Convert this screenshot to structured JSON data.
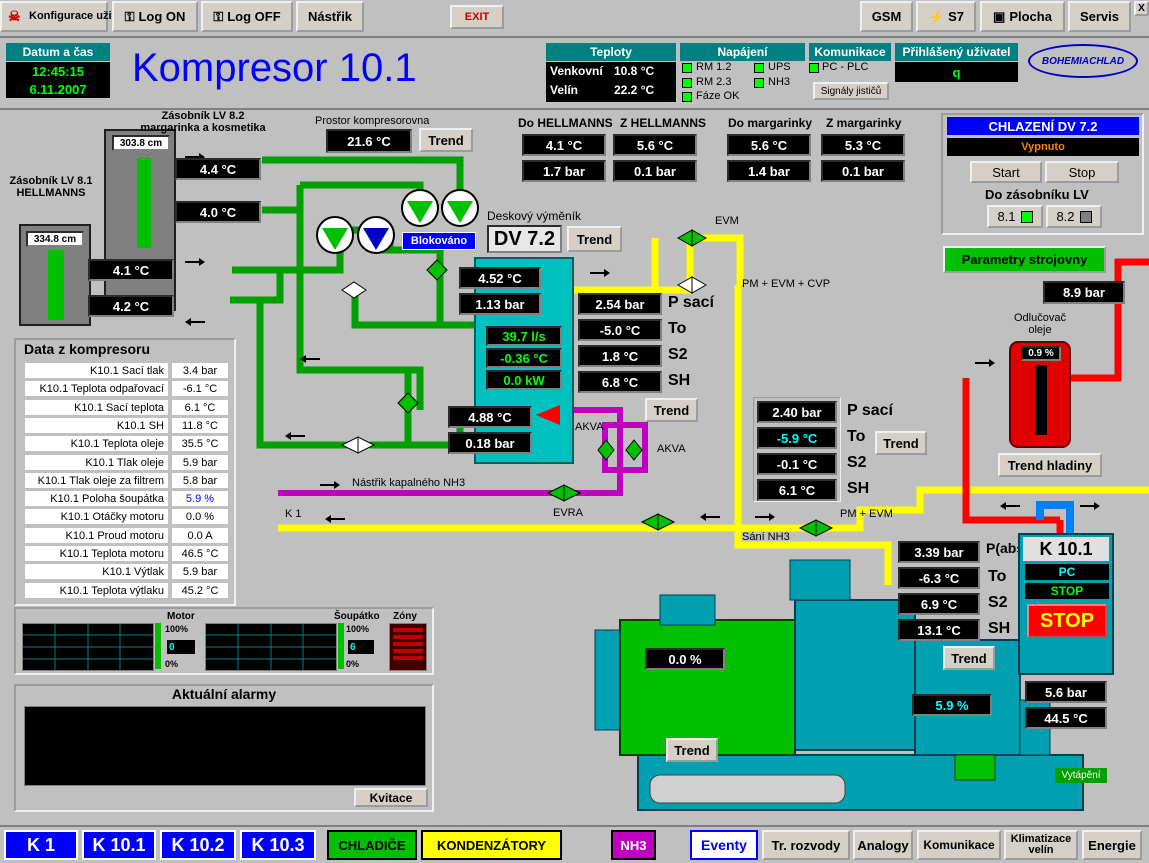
{
  "toolbar": {
    "config": "Konfigurace uživatelů",
    "log_on": "Log ON",
    "log_off": "Log OFF",
    "nastrik": "Nástřik",
    "exit": "EXIT",
    "gsm": "GSM",
    "s7": "S7",
    "plocha": "Plocha",
    "servis": "Servis",
    "close": "X"
  },
  "header": {
    "date_label": "Datum a čas",
    "time": "12:45:15",
    "date": "6.11.2007",
    "title": "Kompresor 10.1",
    "teploty": "Teploty",
    "venkovni_label": "Venkovní",
    "venkovni": "10.8 °C",
    "velin_label": "Velín",
    "velin": "22.2 °C",
    "napajeni": "Napájení",
    "rm12": "RM 1.2",
    "rm23": "RM 2.3",
    "faze": "Fáze OK",
    "ups": "UPS",
    "nh3": "NH3",
    "komunikace": "Komunikace",
    "pcplc": "PC - PLC",
    "signaly": "Signály jističů",
    "prihlaseny": "Přihlášený uživatel",
    "user": "q",
    "logo": "BOHEMIACHLAD"
  },
  "tanks": {
    "lv82_title": "Zásobník LV 8.2 margarinka a kosmetika",
    "lv82_level": "303.8 cm",
    "lv82_t1": "4.4 °C",
    "lv82_t2": "4.0 °C",
    "lv81_title": "Zásobník LV 8.1 HELLMANNS",
    "lv81_level": "334.8 cm",
    "lv81_t1": "4.1 °C",
    "lv81_t2": "4.2 °C"
  },
  "room": {
    "label": "Prostor kompresorovna",
    "temp": "21.6 °C",
    "trend": "Trend"
  },
  "groups": {
    "do_hell": "Do HELLMANNS",
    "do_hell_t": "4.1 °C",
    "do_hell_p": "1.7 bar",
    "z_hell": "Z HELLMANNS",
    "z_hell_t": "5.6 °C",
    "z_hell_p": "0.1 bar",
    "do_marg": "Do margarinky",
    "do_marg_t": "5.6 °C",
    "do_marg_p": "1.4 bar",
    "z_marg": "Z margarinky",
    "z_marg_t": "5.3 °C",
    "z_marg_p": "0.1 bar"
  },
  "chlazeni": {
    "title": "CHLAZENÍ DV 7.2",
    "state": "Vypnuto",
    "start": "Start",
    "stop": "Stop",
    "dozas": "Do zásobníku LV",
    "b81": "8.1",
    "b82": "8.2",
    "params": "Parametry strojovny"
  },
  "exchanger": {
    "label": "Deskový výměník",
    "name": "DV 7.2",
    "trend": "Trend",
    "blok": "Blokováno",
    "t_in": "4.52 °C",
    "p_in": "1.13 bar",
    "flow": "39.7 l/s",
    "dt": "-0.36 °C",
    "power": "0.0 kW",
    "t_out": "4.88 °C",
    "p_out": "0.18 bar"
  },
  "suction1": {
    "p": "2.54 bar",
    "p_label": "P sací",
    "to": "-5.0 °C",
    "to_label": "To",
    "s2": "1.8 °C",
    "s2_label": "S2",
    "sh": "6.8 °C",
    "sh_label": "SH",
    "trend": "Trend"
  },
  "suction2": {
    "p": "2.40 bar",
    "p_label": "P sací",
    "to": "-5.9 °C",
    "to_label": "To",
    "s2": "-0.1 °C",
    "s2_label": "S2",
    "sh": "6.1 °C",
    "sh_label": "SH",
    "trend": "Trend"
  },
  "valves": {
    "evm": "EVM",
    "pm_evm_cvp": "PM + EVM + CVP",
    "akva1": "AKVA",
    "akva2": "AKVA",
    "nastrik": "Nástřik kapalného NH3",
    "evra": "EVRA",
    "k1": "K 1",
    "sani": "Sání NH3",
    "pm_evm": "PM + EVM"
  },
  "separator": {
    "p": "8.9 bar",
    "label": "Odlučovač oleje",
    "level": "0.9 %",
    "trend": "Trend hladiny"
  },
  "compressor_data": {
    "title": "Data z kompresoru",
    "rows": [
      {
        "k": "K10.1 Sací tlak",
        "v": "3.4 bar"
      },
      {
        "k": "K10.1 Teplota odpařovací",
        "v": "-6.1 °C"
      },
      {
        "k": "K10.1 Sací teplota",
        "v": "6.1 °C"
      },
      {
        "k": "K10.1 SH",
        "v": "11.8 °C"
      },
      {
        "k": "K10.1 Teplota oleje",
        "v": "35.5 °C"
      },
      {
        "k": "K10.1 Tlak oleje",
        "v": "5.9 bar"
      },
      {
        "k": "K10.1 Tlak oleje za filtrem",
        "v": "5.8 bar"
      },
      {
        "k": "K10.1 Poloha šoupátka",
        "v": "5.9 %"
      },
      {
        "k": "K10.1 Otáčky motoru",
        "v": "0.0 %"
      },
      {
        "k": "K10.1 Proud motoru",
        "v": "0.0 A"
      },
      {
        "k": "K10.1 Teplota motoru",
        "v": "46.5 °C"
      },
      {
        "k": "K10.1 Výtlak",
        "v": "5.9 bar"
      },
      {
        "k": "K10.1 Teplota výtlaku",
        "v": "45.2 °C"
      }
    ]
  },
  "graphs": {
    "motor": "Motor",
    "motor_max": "100%",
    "motor_min": "0%",
    "motor_val": "0",
    "soupatko": "Šoupátko",
    "soup_max": "100%",
    "soup_min": "0%",
    "soup_val": "6",
    "zony": "Zóny"
  },
  "alarms": {
    "title": "Aktuální alarmy",
    "kvitace": "Kvitace"
  },
  "k101": {
    "p": "3.39 bar",
    "p_label": "P(abs.)",
    "to": "-6.3 °C",
    "to_label": "To",
    "s2": "6.9 °C",
    "s2_label": "S2",
    "sh": "13.1 °C",
    "sh_label": "SH",
    "trend": "Trend",
    "name": "K 10.1",
    "pc": "PC",
    "state": "STOP",
    "stop_btn": "STOP",
    "discharge_p": "5.6 bar",
    "discharge_t": "44.5 °C",
    "motor_pct": "0.0 %",
    "slide_pct": "5.9 %",
    "motor_trend": "Trend",
    "vytapeni": "Vytápění"
  },
  "bottom": {
    "k1": "K 1",
    "k101": "K 10.1",
    "k102": "K 10.2",
    "k103": "K 10.3",
    "chladice": "CHLADIČE",
    "kondenzatory": "KONDENZÁTORY",
    "nh3": "NH3",
    "eventy": "Eventy",
    "rozvody": "Tr. rozvody",
    "analogy": "Analogy",
    "komunikace": "Komunikace",
    "klima": "Klimatizace velín",
    "energie": "Energie"
  },
  "colors": {
    "green_pipe": "#00a000",
    "yellow_pipe": "#ffff00",
    "magenta_pipe": "#c000c0",
    "red_pipe": "#ff0000",
    "title_blue": "#0000ff",
    "teal": "#008080"
  }
}
